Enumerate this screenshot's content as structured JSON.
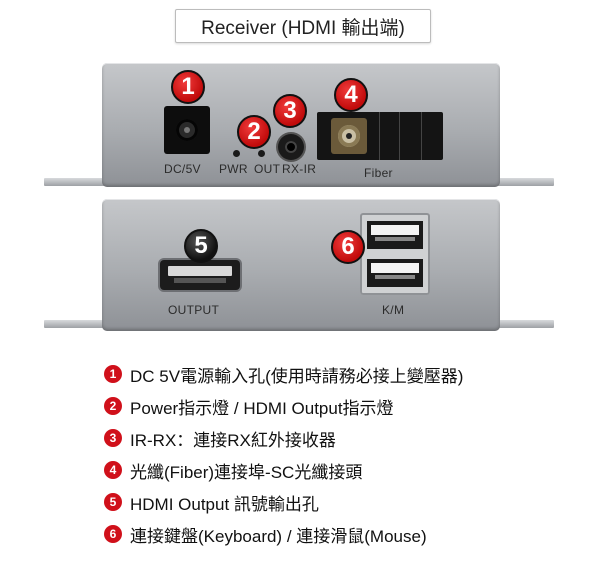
{
  "title": "Receiver (HDMI 輸出端)",
  "top_panel": {
    "labels": {
      "dc": "DC/5V",
      "pwr": "PWR",
      "out": "OUT",
      "rxir": "RX-IR",
      "fiber": "Fiber"
    },
    "badges": [
      "1",
      "2",
      "3",
      "4"
    ]
  },
  "bottom_panel": {
    "labels": {
      "output": "OUTPUT",
      "km": "K/M"
    },
    "badges": [
      "5",
      "6"
    ]
  },
  "legend": [
    {
      "num": "1",
      "text": "DC 5V電源輸入孔(使用時請務必接上變壓器)"
    },
    {
      "num": "2",
      "text": "Power指示燈 / HDMI Output指示燈"
    },
    {
      "num": "3",
      "text": "IR-RX：連接RX紅外接收器"
    },
    {
      "num": "4",
      "text": "光纖(Fiber)連接埠-SC光纖接頭"
    },
    {
      "num": "5",
      "text": "HDMI Output 訊號輸出孔"
    },
    {
      "num": "6",
      "text": "連接鍵盤(Keyboard) / 連接滑鼠(Mouse)"
    }
  ],
  "colors": {
    "accent_red": "#d0101a",
    "panel_gray": "#a9acb0"
  }
}
